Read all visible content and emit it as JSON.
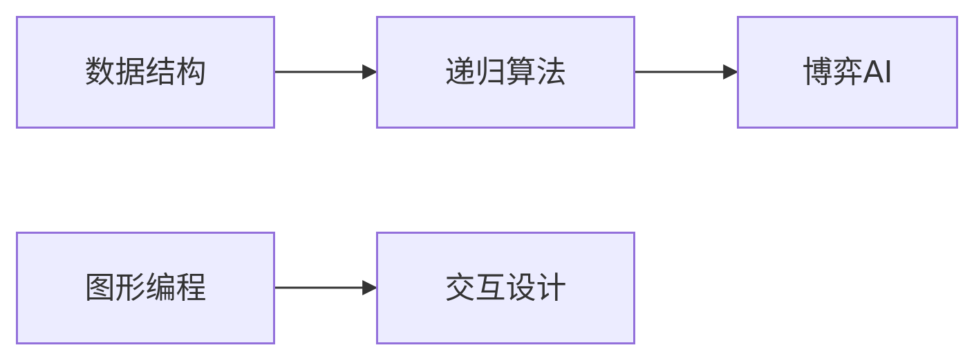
{
  "diagram": {
    "nodes": [
      {
        "id": "data-structures",
        "label": "数据结构"
      },
      {
        "id": "recursive-algorithms",
        "label": "递归算法"
      },
      {
        "id": "game-ai",
        "label": "博弈AI"
      },
      {
        "id": "graphics-programming",
        "label": "图形编程"
      },
      {
        "id": "interaction-design",
        "label": "交互设计"
      }
    ],
    "edges": [
      {
        "from": "data-structures",
        "to": "recursive-algorithms"
      },
      {
        "from": "recursive-algorithms",
        "to": "game-ai"
      },
      {
        "from": "graphics-programming",
        "to": "interaction-design"
      }
    ]
  },
  "colors": {
    "node_fill": "#ececff",
    "node_border": "#9370db",
    "text": "#333333",
    "edge": "#333333"
  }
}
